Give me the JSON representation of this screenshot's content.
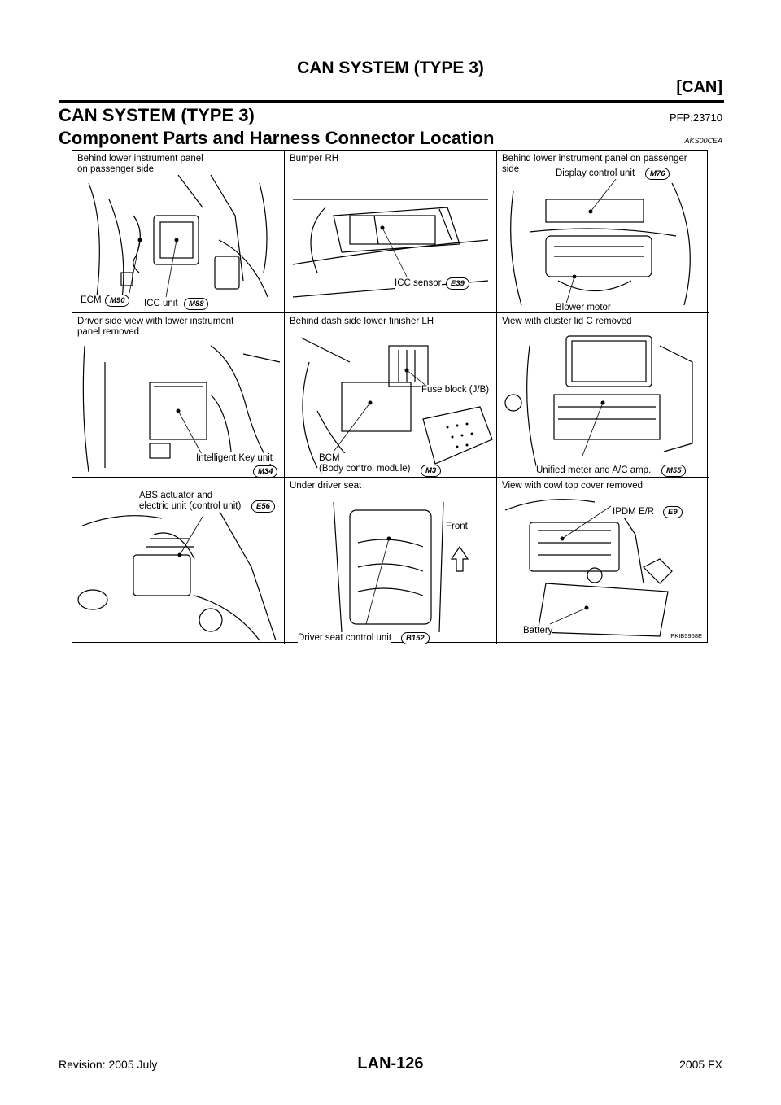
{
  "header": {
    "title": "CAN SYSTEM (TYPE 3)",
    "tag": "[CAN]"
  },
  "section": {
    "title": "CAN SYSTEM (TYPE 3)",
    "pfp": "PFP:23710"
  },
  "subsection": {
    "title": "Component Parts and Harness Connector Location",
    "ref": "AKS00CEA"
  },
  "figure": {
    "code": "PKIB5968E",
    "panels": [
      {
        "caption": "Behind lower instrument panel\non passenger side",
        "labels": [
          {
            "text": "ECM",
            "code": "M90"
          },
          {
            "text": "ICC unit",
            "code": "M88"
          }
        ]
      },
      {
        "caption": "Bumper RH",
        "labels": [
          {
            "text": "ICC sensor",
            "code": "E39"
          }
        ]
      },
      {
        "caption": "Behind lower instrument panel on passenger\nside",
        "labels": [
          {
            "text": "Display control unit",
            "code": "M76"
          },
          {
            "text": "Blower motor"
          }
        ]
      },
      {
        "caption": "Driver side view with lower instrument\npanel removed",
        "labels": [
          {
            "text": "Intelligent Key unit",
            "code": "M34"
          }
        ]
      },
      {
        "caption": "Behind dash side lower finisher LH",
        "labels": [
          {
            "text": "Fuse block (J/B)"
          },
          {
            "text": "BCM\n(Body control module)",
            "code": "M3"
          }
        ]
      },
      {
        "caption": "View with cluster lid C removed",
        "labels": [
          {
            "text": "Unified meter and A/C amp.",
            "code": "M55"
          }
        ]
      },
      {
        "caption": "",
        "labels": [
          {
            "text": "ABS actuator and\nelectric unit (control unit)",
            "code": "E56"
          }
        ]
      },
      {
        "caption": "Under driver seat",
        "labels": [
          {
            "text": "Front"
          },
          {
            "text": "Driver seat control unit",
            "code": "B152"
          }
        ]
      },
      {
        "caption": "View with cowl top cover removed",
        "labels": [
          {
            "text": "IPDM E/R",
            "code": "E9"
          },
          {
            "text": "Battery"
          }
        ]
      }
    ]
  },
  "footer": {
    "revision": "Revision: 2005 July",
    "page": "LAN-126",
    "model": "2005 FX"
  }
}
